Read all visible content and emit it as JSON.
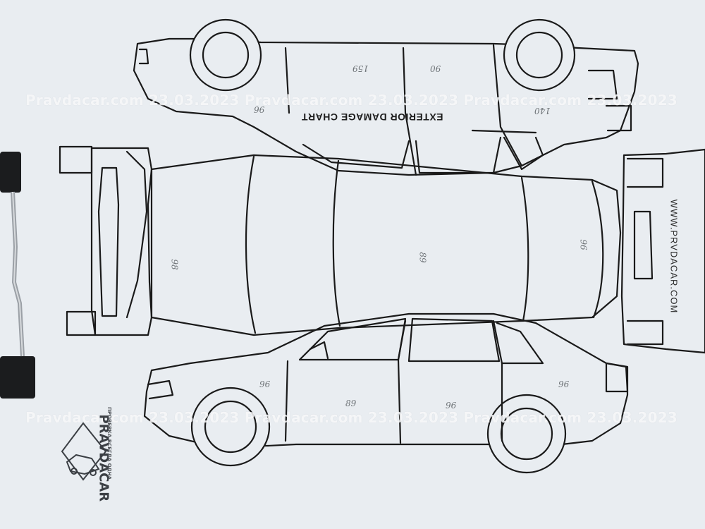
{
  "watermark": {
    "top": "Pravdacar.com 23.03.2023 Pravdacar.com 23.03.2023 Pravdacar.com 23.03.2023",
    "bottom": "Pravdacar.com 23.03.2023 Pravdacar.com 23.03.2023 Pravdacar.com 23.03.2023"
  },
  "chart_title": "EXTERIOR DAMAGE CHART",
  "site_url": "WWW.PRVDACAR.COM",
  "stamp": {
    "brand": "PRAVDACAR",
    "tagline": "ПРОВЕРКА ВСЕГДА ОДНА"
  },
  "thickness_marks": {
    "left_side_front_door": "159",
    "left_side_rear_door": "90",
    "left_side_rear_fender": "96",
    "left_side_front_fender": "140",
    "hood": "98",
    "roof": "89",
    "trunk": "96",
    "right_front_fender": "96",
    "right_front_door": "89",
    "right_rear_door": "96",
    "right_rear_fender": "96"
  }
}
